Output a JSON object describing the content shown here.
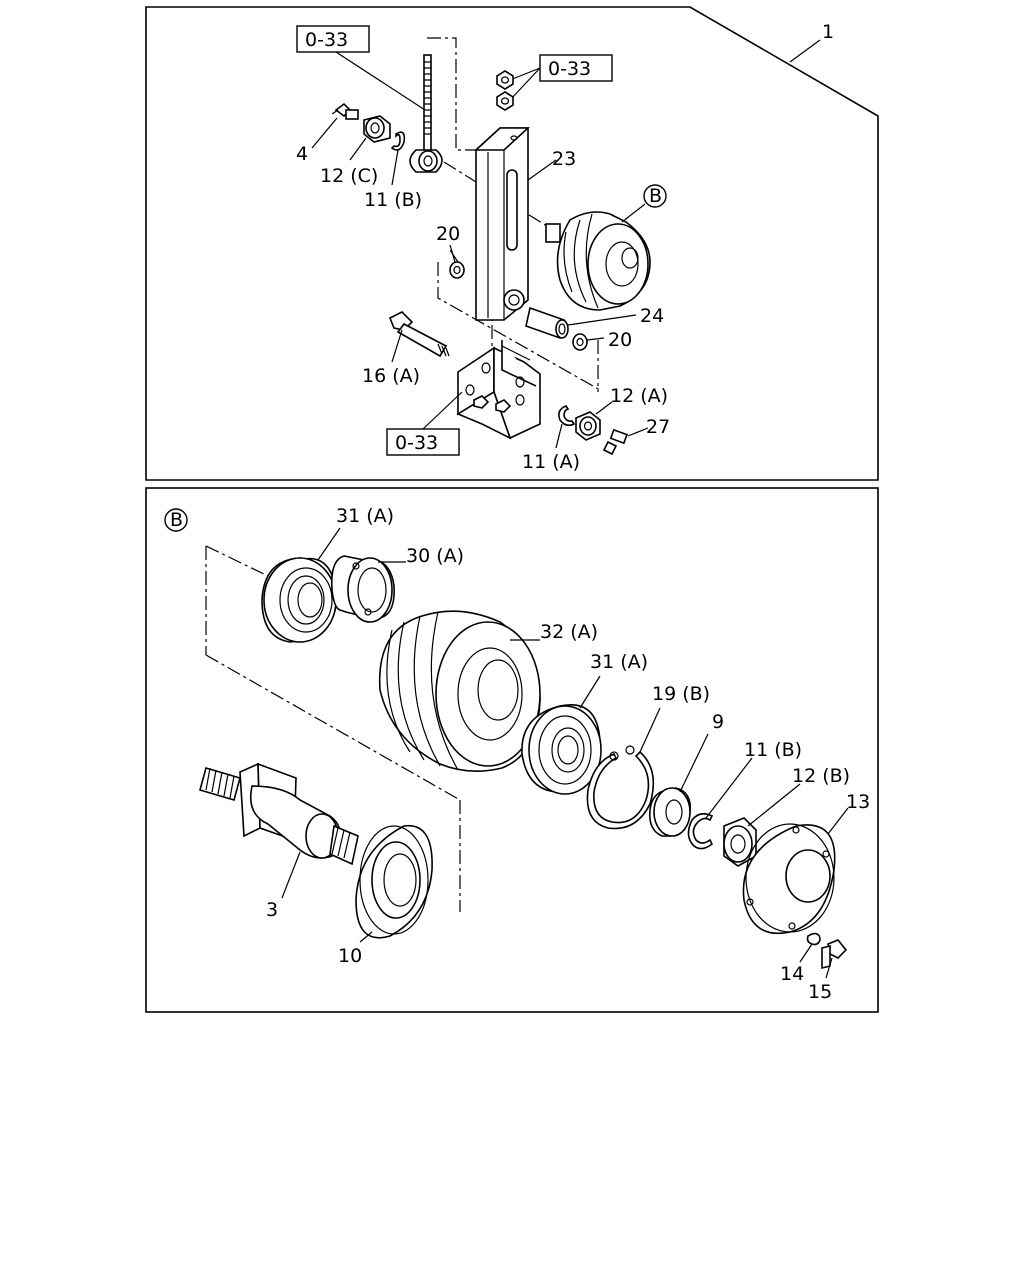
{
  "callouts": {
    "assembly": "1",
    "ref_top_left": "0-33",
    "ref_top_right": "0-33",
    "ref_bottom": "0-33",
    "p4": "4",
    "p12c": "12 (C)",
    "p11b_top": "11 (B)",
    "p23": "23",
    "p20_left": "20",
    "p24": "24",
    "p20_right": "20",
    "p16a": "16 (A)",
    "p12a": "12 (A)",
    "p27": "27",
    "p11a": "11 (A)",
    "pulley_ref": "B"
  },
  "detail": {
    "circle_label": "B",
    "p31a_left": "31 (A)",
    "p30a": "30 (A)",
    "p32a": "32 (A)",
    "p31a_right": "31 (A)",
    "p19b": "19 (B)",
    "p9": "9",
    "p11b": "11 (B)",
    "p12b": "12 (B)",
    "p13": "13",
    "p3": "3",
    "p10": "10",
    "p14": "14",
    "p15": "15"
  }
}
